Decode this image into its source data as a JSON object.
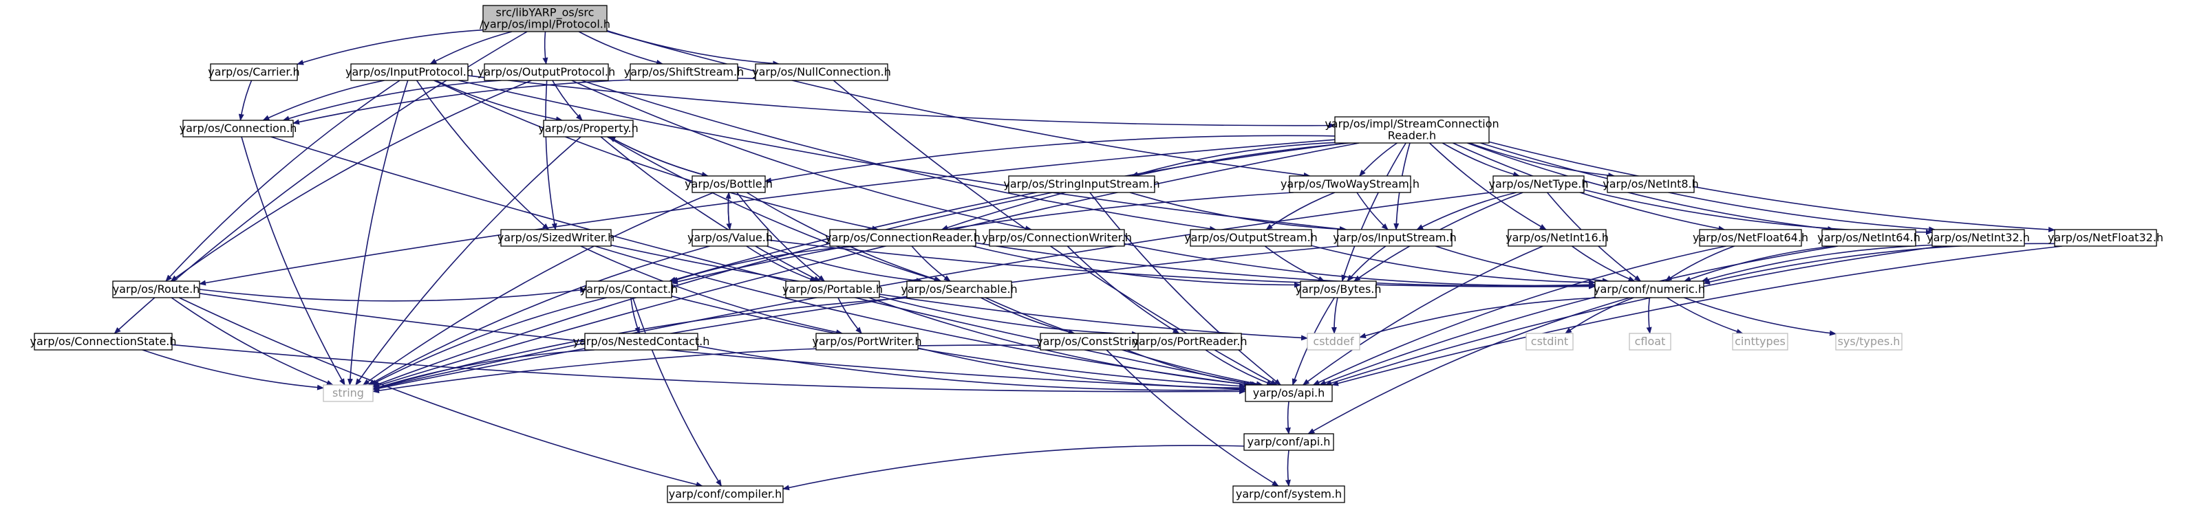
{
  "graph_title": "",
  "colors": {
    "edge": "#191970",
    "root_fill": "#bfbfbf",
    "node_border": "#000000",
    "external_border": "#bfbfbf",
    "external_text": "#999999"
  },
  "nodes": [
    {
      "id": "root",
      "lines": [
        "src/libYARP_os/src",
        "/yarp/os/impl/Protocol.h"
      ],
      "kind": "root"
    },
    {
      "id": "carrier",
      "lines": [
        "yarp/os/Carrier.h"
      ]
    },
    {
      "id": "inputprotocol",
      "lines": [
        "yarp/os/InputProtocol.h"
      ]
    },
    {
      "id": "outputprotocol",
      "lines": [
        "yarp/os/OutputProtocol.h"
      ]
    },
    {
      "id": "shiftstream",
      "lines": [
        "yarp/os/ShiftStream.h"
      ]
    },
    {
      "id": "nullconnection",
      "lines": [
        "yarp/os/NullConnection.h"
      ]
    },
    {
      "id": "connection",
      "lines": [
        "yarp/os/Connection.h"
      ]
    },
    {
      "id": "property",
      "lines": [
        "yarp/os/Property.h"
      ]
    },
    {
      "id": "streamconnreader",
      "lines": [
        "yarp/os/impl/StreamConnection",
        "Reader.h"
      ]
    },
    {
      "id": "bottle",
      "lines": [
        "yarp/os/Bottle.h"
      ]
    },
    {
      "id": "stringinputstream",
      "lines": [
        "yarp/os/StringInputStream.h"
      ]
    },
    {
      "id": "twowaystream",
      "lines": [
        "yarp/os/TwoWayStream.h"
      ]
    },
    {
      "id": "nettype",
      "lines": [
        "yarp/os/NetType.h"
      ]
    },
    {
      "id": "netint8",
      "lines": [
        "yarp/os/NetInt8.h"
      ]
    },
    {
      "id": "sizedwriter",
      "lines": [
        "yarp/os/SizedWriter.h"
      ]
    },
    {
      "id": "value",
      "lines": [
        "yarp/os/Value.h"
      ]
    },
    {
      "id": "connectionreader",
      "lines": [
        "yarp/os/ConnectionReader.h"
      ]
    },
    {
      "id": "connectionwriter",
      "lines": [
        "yarp/os/ConnectionWriter.h"
      ]
    },
    {
      "id": "outputstream",
      "lines": [
        "yarp/os/OutputStream.h"
      ]
    },
    {
      "id": "inputstream",
      "lines": [
        "yarp/os/InputStream.h"
      ]
    },
    {
      "id": "netint16",
      "lines": [
        "yarp/os/NetInt16.h"
      ]
    },
    {
      "id": "netfloat64",
      "lines": [
        "yarp/os/NetFloat64.h"
      ]
    },
    {
      "id": "netint64",
      "lines": [
        "yarp/os/NetInt64.h"
      ]
    },
    {
      "id": "netint32",
      "lines": [
        "yarp/os/NetInt32.h"
      ]
    },
    {
      "id": "netfloat32",
      "lines": [
        "yarp/os/NetFloat32.h"
      ]
    },
    {
      "id": "route",
      "lines": [
        "yarp/os/Route.h"
      ]
    },
    {
      "id": "contact",
      "lines": [
        "yarp/os/Contact.h"
      ]
    },
    {
      "id": "portable",
      "lines": [
        "yarp/os/Portable.h"
      ]
    },
    {
      "id": "searchable",
      "lines": [
        "yarp/os/Searchable.h"
      ]
    },
    {
      "id": "bytes",
      "lines": [
        "yarp/os/Bytes.h"
      ]
    },
    {
      "id": "numeric",
      "lines": [
        "yarp/conf/numeric.h"
      ]
    },
    {
      "id": "connectionstate",
      "lines": [
        "yarp/os/ConnectionState.h"
      ]
    },
    {
      "id": "nestedcontact",
      "lines": [
        "yarp/os/NestedContact.h"
      ]
    },
    {
      "id": "portwriter",
      "lines": [
        "yarp/os/PortWriter.h"
      ]
    },
    {
      "id": "conststring",
      "lines": [
        "yarp/os/ConstString.h"
      ]
    },
    {
      "id": "portreader",
      "lines": [
        "yarp/os/PortReader.h"
      ]
    },
    {
      "id": "cstddef",
      "lines": [
        "cstddef"
      ],
      "kind": "ext"
    },
    {
      "id": "cstdint",
      "lines": [
        "cstdint"
      ],
      "kind": "ext"
    },
    {
      "id": "cfloat",
      "lines": [
        "cfloat"
      ],
      "kind": "ext"
    },
    {
      "id": "cinttypes",
      "lines": [
        "cinttypes"
      ],
      "kind": "ext"
    },
    {
      "id": "systypes",
      "lines": [
        "sys/types.h"
      ],
      "kind": "ext"
    },
    {
      "id": "string",
      "lines": [
        "string"
      ],
      "kind": "ext"
    },
    {
      "id": "api",
      "lines": [
        "yarp/os/api.h"
      ]
    },
    {
      "id": "confapi",
      "lines": [
        "yarp/conf/api.h"
      ]
    },
    {
      "id": "compiler",
      "lines": [
        "yarp/conf/compiler.h"
      ]
    },
    {
      "id": "system",
      "lines": [
        "yarp/conf/system.h"
      ]
    }
  ],
  "edges": [
    [
      "root",
      "carrier"
    ],
    [
      "root",
      "inputprotocol"
    ],
    [
      "root",
      "outputprotocol"
    ],
    [
      "root",
      "shiftstream"
    ],
    [
      "root",
      "nullconnection"
    ],
    [
      "root",
      "connectionstate"
    ],
    [
      "root",
      "twowaystream"
    ],
    [
      "carrier",
      "connection"
    ],
    [
      "inputprotocol",
      "connection"
    ],
    [
      "inputprotocol",
      "route"
    ],
    [
      "inputprotocol",
      "property"
    ],
    [
      "inputprotocol",
      "sizedwriter"
    ],
    [
      "inputprotocol",
      "connectionreader"
    ],
    [
      "inputprotocol",
      "inputstream"
    ],
    [
      "inputprotocol",
      "string"
    ],
    [
      "inputprotocol",
      "streamconnreader"
    ],
    [
      "outputprotocol",
      "connection"
    ],
    [
      "outputprotocol",
      "route"
    ],
    [
      "outputprotocol",
      "property"
    ],
    [
      "outputprotocol",
      "sizedwriter"
    ],
    [
      "outputprotocol",
      "connectionwriter"
    ],
    [
      "outputprotocol",
      "outputstream"
    ],
    [
      "nullconnection",
      "connection"
    ],
    [
      "nullconnection",
      "api"
    ],
    [
      "connection",
      "api"
    ],
    [
      "connection",
      "string"
    ],
    [
      "property",
      "bottle"
    ],
    [
      "property",
      "portable"
    ],
    [
      "property",
      "searchable"
    ],
    [
      "property",
      "string"
    ],
    [
      "bottle",
      "property"
    ],
    [
      "bottle",
      "value"
    ],
    [
      "bottle",
      "portable"
    ],
    [
      "bottle",
      "searchable"
    ],
    [
      "bottle",
      "string"
    ],
    [
      "value",
      "bottle"
    ],
    [
      "value",
      "portable"
    ],
    [
      "value",
      "searchable"
    ],
    [
      "value",
      "string"
    ],
    [
      "value",
      "numeric"
    ],
    [
      "streamconnreader",
      "bottle"
    ],
    [
      "streamconnreader",
      "stringinputstream"
    ],
    [
      "streamconnreader",
      "twowaystream"
    ],
    [
      "streamconnreader",
      "nettype"
    ],
    [
      "streamconnreader",
      "netint8"
    ],
    [
      "streamconnreader",
      "connectionreader"
    ],
    [
      "streamconnreader",
      "inputstream"
    ],
    [
      "streamconnreader",
      "netint16"
    ],
    [
      "streamconnreader",
      "netfloat64"
    ],
    [
      "streamconnreader",
      "netint64"
    ],
    [
      "streamconnreader",
      "netint32"
    ],
    [
      "streamconnreader",
      "netfloat32"
    ],
    [
      "streamconnreader",
      "bytes"
    ],
    [
      "streamconnreader",
      "contact"
    ],
    [
      "streamconnreader",
      "route"
    ],
    [
      "streamconnreader",
      "string"
    ],
    [
      "stringinputstream",
      "inputstream"
    ],
    [
      "stringinputstream",
      "string"
    ],
    [
      "stringinputstream",
      "api"
    ],
    [
      "twowaystream",
      "inputstream"
    ],
    [
      "twowaystream",
      "outputstream"
    ],
    [
      "twowaystream",
      "contact"
    ],
    [
      "nettype",
      "inputstream"
    ],
    [
      "nettype",
      "bytes"
    ],
    [
      "nettype",
      "netint32"
    ],
    [
      "nettype",
      "numeric"
    ],
    [
      "nettype",
      "string"
    ],
    [
      "sizedwriter",
      "portwriter"
    ],
    [
      "sizedwriter",
      "api"
    ],
    [
      "sizedwriter",
      "cstddef"
    ],
    [
      "connectionreader",
      "searchable"
    ],
    [
      "connectionreader",
      "contact"
    ],
    [
      "connectionreader",
      "numeric"
    ],
    [
      "connectionreader",
      "bytes"
    ],
    [
      "connectionwriter",
      "portreader"
    ],
    [
      "connectionwriter",
      "numeric"
    ],
    [
      "outputstream",
      "bytes"
    ],
    [
      "outputstream",
      "numeric"
    ],
    [
      "inputstream",
      "bytes"
    ],
    [
      "inputstream",
      "numeric"
    ],
    [
      "inputstream",
      "string"
    ],
    [
      "netint16",
      "numeric"
    ],
    [
      "netint16",
      "api"
    ],
    [
      "netfloat64",
      "numeric"
    ],
    [
      "netfloat64",
      "api"
    ],
    [
      "netint64",
      "numeric"
    ],
    [
      "netint64",
      "api"
    ],
    [
      "netint32",
      "numeric"
    ],
    [
      "netint32",
      "api"
    ],
    [
      "netfloat32",
      "numeric"
    ],
    [
      "netfloat32",
      "api"
    ],
    [
      "route",
      "contact"
    ],
    [
      "route",
      "string"
    ],
    [
      "route",
      "api"
    ],
    [
      "route",
      "compiler"
    ],
    [
      "contact",
      "nestedcontact"
    ],
    [
      "contact",
      "string"
    ],
    [
      "contact",
      "compiler"
    ],
    [
      "contact",
      "api"
    ],
    [
      "portable",
      "portwriter"
    ],
    [
      "portable",
      "portreader"
    ],
    [
      "portable",
      "api"
    ],
    [
      "searchable",
      "conststring"
    ],
    [
      "searchable",
      "string"
    ],
    [
      "searchable",
      "api"
    ],
    [
      "bytes",
      "cstddef"
    ],
    [
      "bytes",
      "api"
    ],
    [
      "numeric",
      "cstddef"
    ],
    [
      "numeric",
      "cstdint"
    ],
    [
      "numeric",
      "cfloat"
    ],
    [
      "numeric",
      "cinttypes"
    ],
    [
      "numeric",
      "systypes"
    ],
    [
      "numeric",
      "confapi"
    ],
    [
      "connectionstate",
      "string"
    ],
    [
      "connectionstate",
      "api"
    ],
    [
      "nestedcontact",
      "string"
    ],
    [
      "nestedcontact",
      "api"
    ],
    [
      "portwriter",
      "api"
    ],
    [
      "conststring",
      "string"
    ],
    [
      "conststring",
      "api"
    ],
    [
      "conststring",
      "system"
    ],
    [
      "portreader",
      "api"
    ],
    [
      "api",
      "confapi"
    ],
    [
      "confapi",
      "compiler"
    ],
    [
      "confapi",
      "system"
    ]
  ]
}
